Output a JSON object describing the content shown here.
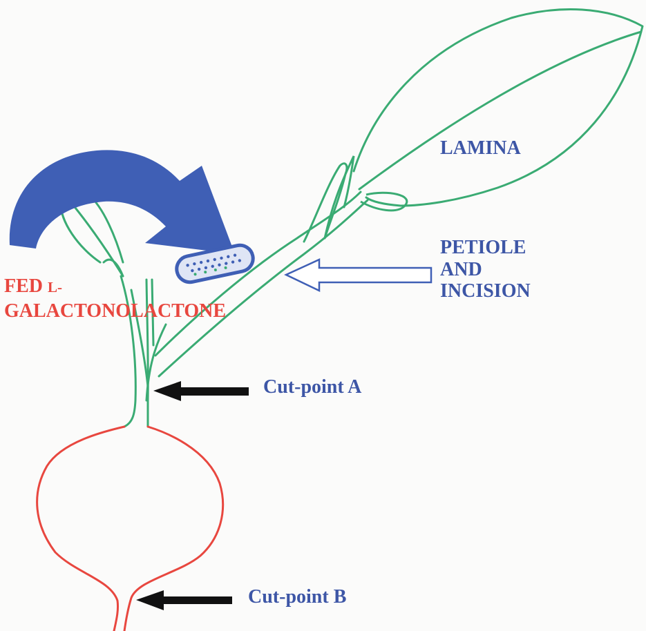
{
  "labels": {
    "lamina": "LAMINA",
    "petiole_line1": "PETIOLE",
    "petiole_line2": "AND",
    "petiole_line3": "INCISION",
    "fed_line1_main": "FED ",
    "fed_line1_small": "L-",
    "fed_line2": "GALACTONOLACTONE",
    "cut_point_a": "Cut-point A",
    "cut_point_b": "Cut-point B"
  },
  "colors": {
    "background": "#fbfbfa",
    "shoot": "#3aab73",
    "root": "#e8473f",
    "label_blue": "#3d56a6",
    "label_red": "#e8473f",
    "arrow_blue": "#3f5fb5",
    "pointer": "#111111"
  },
  "icons": {
    "feeding_arrow": "curved-arrow",
    "incision_pointer": "hollow-arrow",
    "cut_pointer": "solid-arrow",
    "feeding_tube": "tube"
  }
}
